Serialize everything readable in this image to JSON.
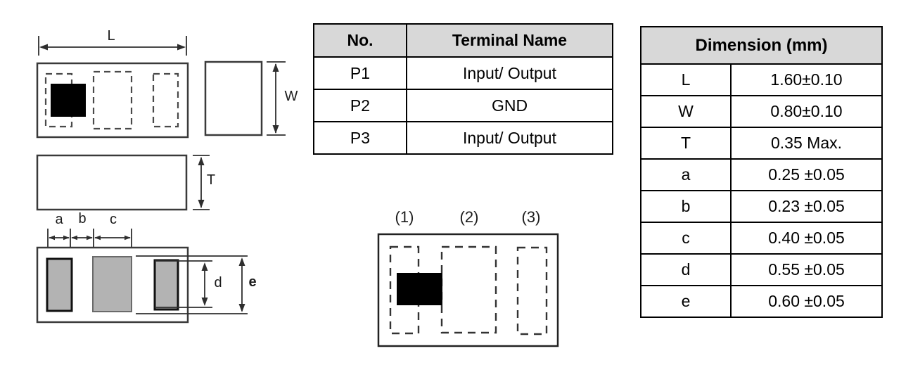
{
  "terminal_table": {
    "headers": [
      "No.",
      "Terminal Name"
    ],
    "rows": [
      {
        "no": "P1",
        "name": "Input/ Output"
      },
      {
        "no": "P2",
        "name": "GND"
      },
      {
        "no": "P3",
        "name": "Input/ Output"
      }
    ]
  },
  "dimension_table": {
    "title": "Dimension (mm)",
    "rows": [
      {
        "symbol": "L",
        "value": "1.60±0.10"
      },
      {
        "symbol": "W",
        "value": "0.80±0.10"
      },
      {
        "symbol": "T",
        "value": "0.35 Max."
      },
      {
        "symbol": "a",
        "value": "0.25 ±0.05"
      },
      {
        "symbol": "b",
        "value": "0.23 ±0.05"
      },
      {
        "symbol": "c",
        "value": "0.40 ±0.05"
      },
      {
        "symbol": "d",
        "value": "0.55 ±0.05"
      },
      {
        "symbol": "e",
        "value": "0.60 ±0.05"
      }
    ]
  },
  "drawing_labels": {
    "length": "L",
    "width": "W",
    "thickness": "T",
    "dim_a": "a",
    "dim_b": "b",
    "dim_c": "c",
    "dim_d": "d",
    "dim_e": "e",
    "terminal_1": "(1)",
    "terminal_2": "(2)",
    "terminal_3": "(3)"
  },
  "colors": {
    "table_header_bg": "#d8d8d8",
    "pad_fill": "#b3b3b3",
    "line": "#2e2e2e",
    "orientation_mark": "#000000"
  }
}
